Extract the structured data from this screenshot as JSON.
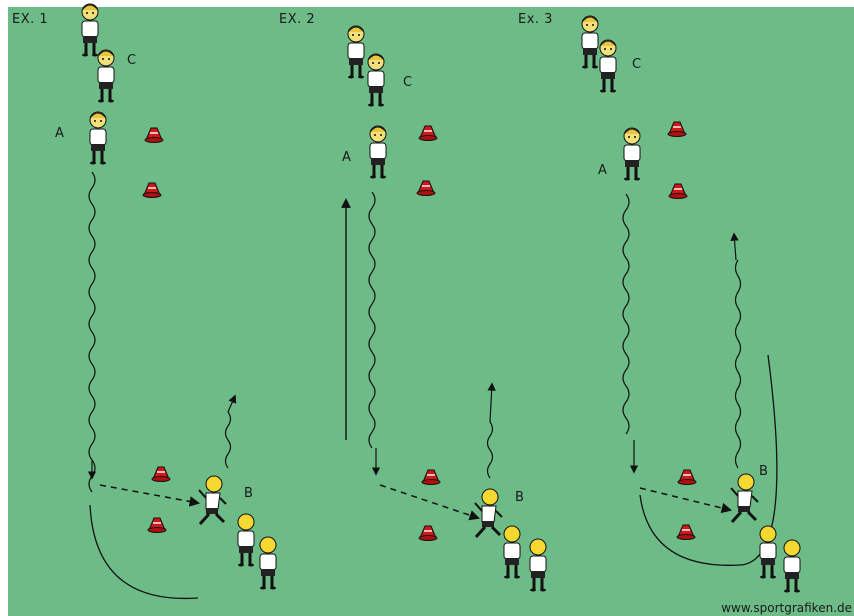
{
  "exercises": [
    {
      "label": "EX. 1"
    },
    {
      "label": "EX. 2"
    },
    {
      "label": "Ex. 3"
    }
  ],
  "player_labels": {
    "a": "A",
    "b": "B",
    "c": "C"
  },
  "credit": "www.sportgrafiken.de",
  "colors": {
    "field": "#6dbb86",
    "cone": "#d01818",
    "line": "#111111",
    "hair": "#f2d64b"
  }
}
